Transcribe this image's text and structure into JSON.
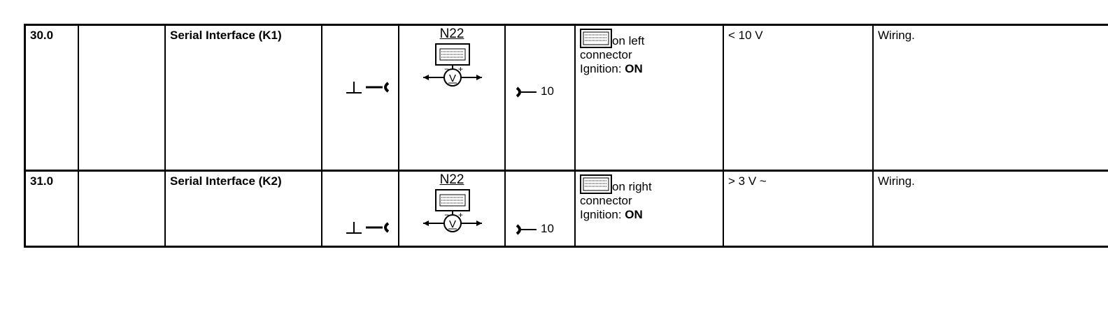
{
  "rows": [
    {
      "step": "30.0",
      "description": "Serial Interface (K1)",
      "meter_label": "N22",
      "pin": "10",
      "condition_suffix": "on left",
      "condition_line2": "connector",
      "condition_line3_prefix": "Ignition: ",
      "condition_line3_bold": "ON",
      "nominal": "< 10 V",
      "remedy": "Wiring."
    },
    {
      "step": "31.0",
      "description": "Serial Interface (K2)",
      "meter_label": "N22",
      "pin": "10",
      "condition_suffix": "on right",
      "condition_line2": "connector",
      "condition_line3_prefix": "Ignition: ",
      "condition_line3_bold": "ON",
      "nominal": "> 3 V ~",
      "remedy": "Wiring."
    }
  ],
  "icons": {
    "ground": "ground-probe-icon",
    "meter": "voltmeter-icon",
    "connector": "connector-block-icon",
    "pin": "pin-probe-icon"
  }
}
